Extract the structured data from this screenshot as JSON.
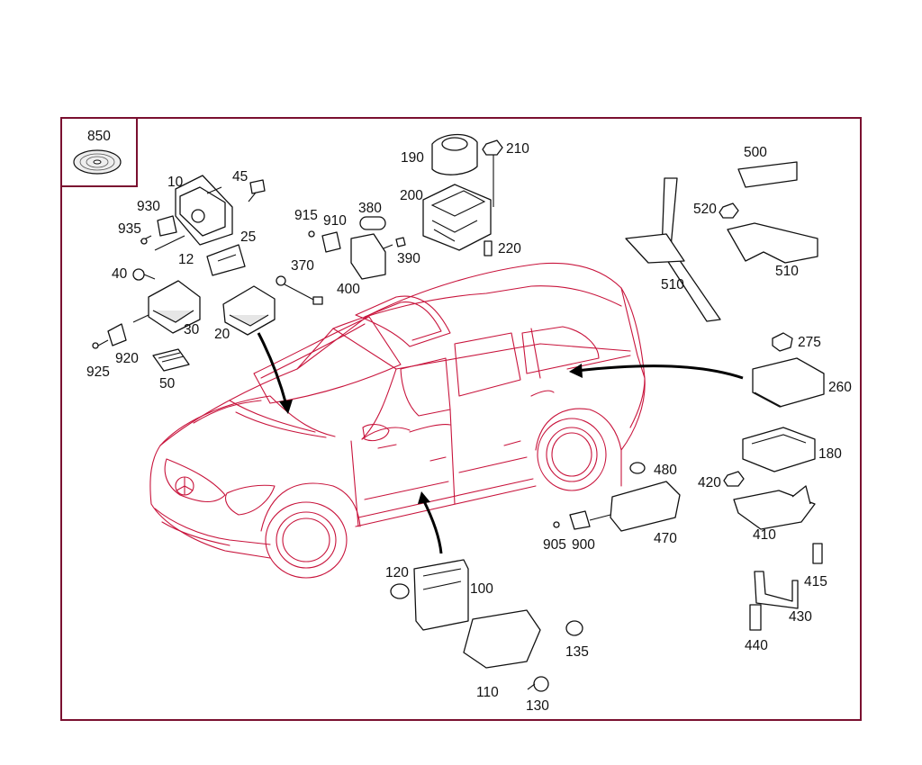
{
  "diagram": {
    "part_labels": {
      "p10": "10",
      "p12": "12",
      "p20": "20",
      "p25": "25",
      "p30": "30",
      "p40": "40",
      "p45": "45",
      "p50": "50",
      "p100": "100",
      "p110": "110",
      "p120": "120",
      "p130": "130",
      "p135": "135",
      "p180": "180",
      "p190": "190",
      "p200": "200",
      "p210": "210",
      "p220": "220",
      "p260": "260",
      "p275": "275",
      "p370": "370",
      "p380": "380",
      "p390": "390",
      "p400": "400",
      "p410": "410",
      "p415": "415",
      "p420": "420",
      "p430": "430",
      "p440": "440",
      "p470": "470",
      "p480": "480",
      "p500": "500",
      "p510a": "510",
      "p510b": "510",
      "p520": "520",
      "p850": "850",
      "p900": "900",
      "p905": "905",
      "p910": "910",
      "p915": "915",
      "p920": "920",
      "p925": "925",
      "p930": "930",
      "p935": "935"
    },
    "colors": {
      "vehicle_outline": "#c8143c",
      "frame": "#7a1030",
      "parts": "#111111"
    }
  }
}
